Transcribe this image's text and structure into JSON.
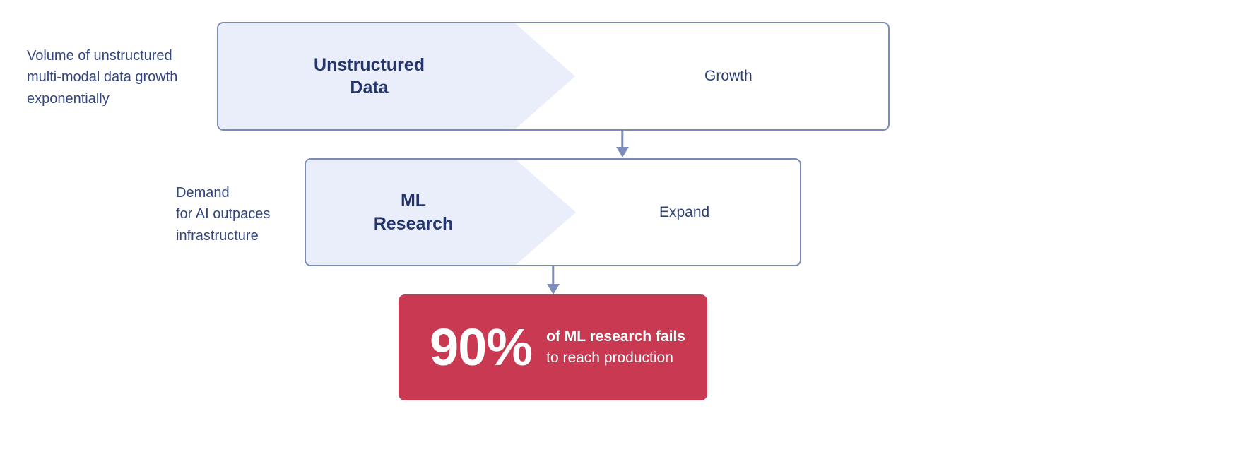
{
  "diagram": {
    "type": "vertical-flow",
    "colors": {
      "chevron_fill": "#e9eefa",
      "box_border": "#7b8ab8",
      "arrow": "#7e8cbb",
      "label_navy": "#24356e",
      "caption_navy": "#32457e",
      "stat_red": "#c93a52",
      "stat_text": "#ffffff"
    },
    "stages": [
      {
        "caption": "Volume of unstructured\nmulti-modal data growth\nexponentially",
        "chevron_label": "Unstructured\nData",
        "right_label": "Growth"
      },
      {
        "caption": "Demand\nfor AI outpaces\ninfrastructure",
        "chevron_label": "ML\nResearch",
        "right_label": "Expand"
      }
    ],
    "statistic": {
      "value": "90%",
      "line1": "of ML research fails",
      "line2": "to reach production"
    }
  }
}
